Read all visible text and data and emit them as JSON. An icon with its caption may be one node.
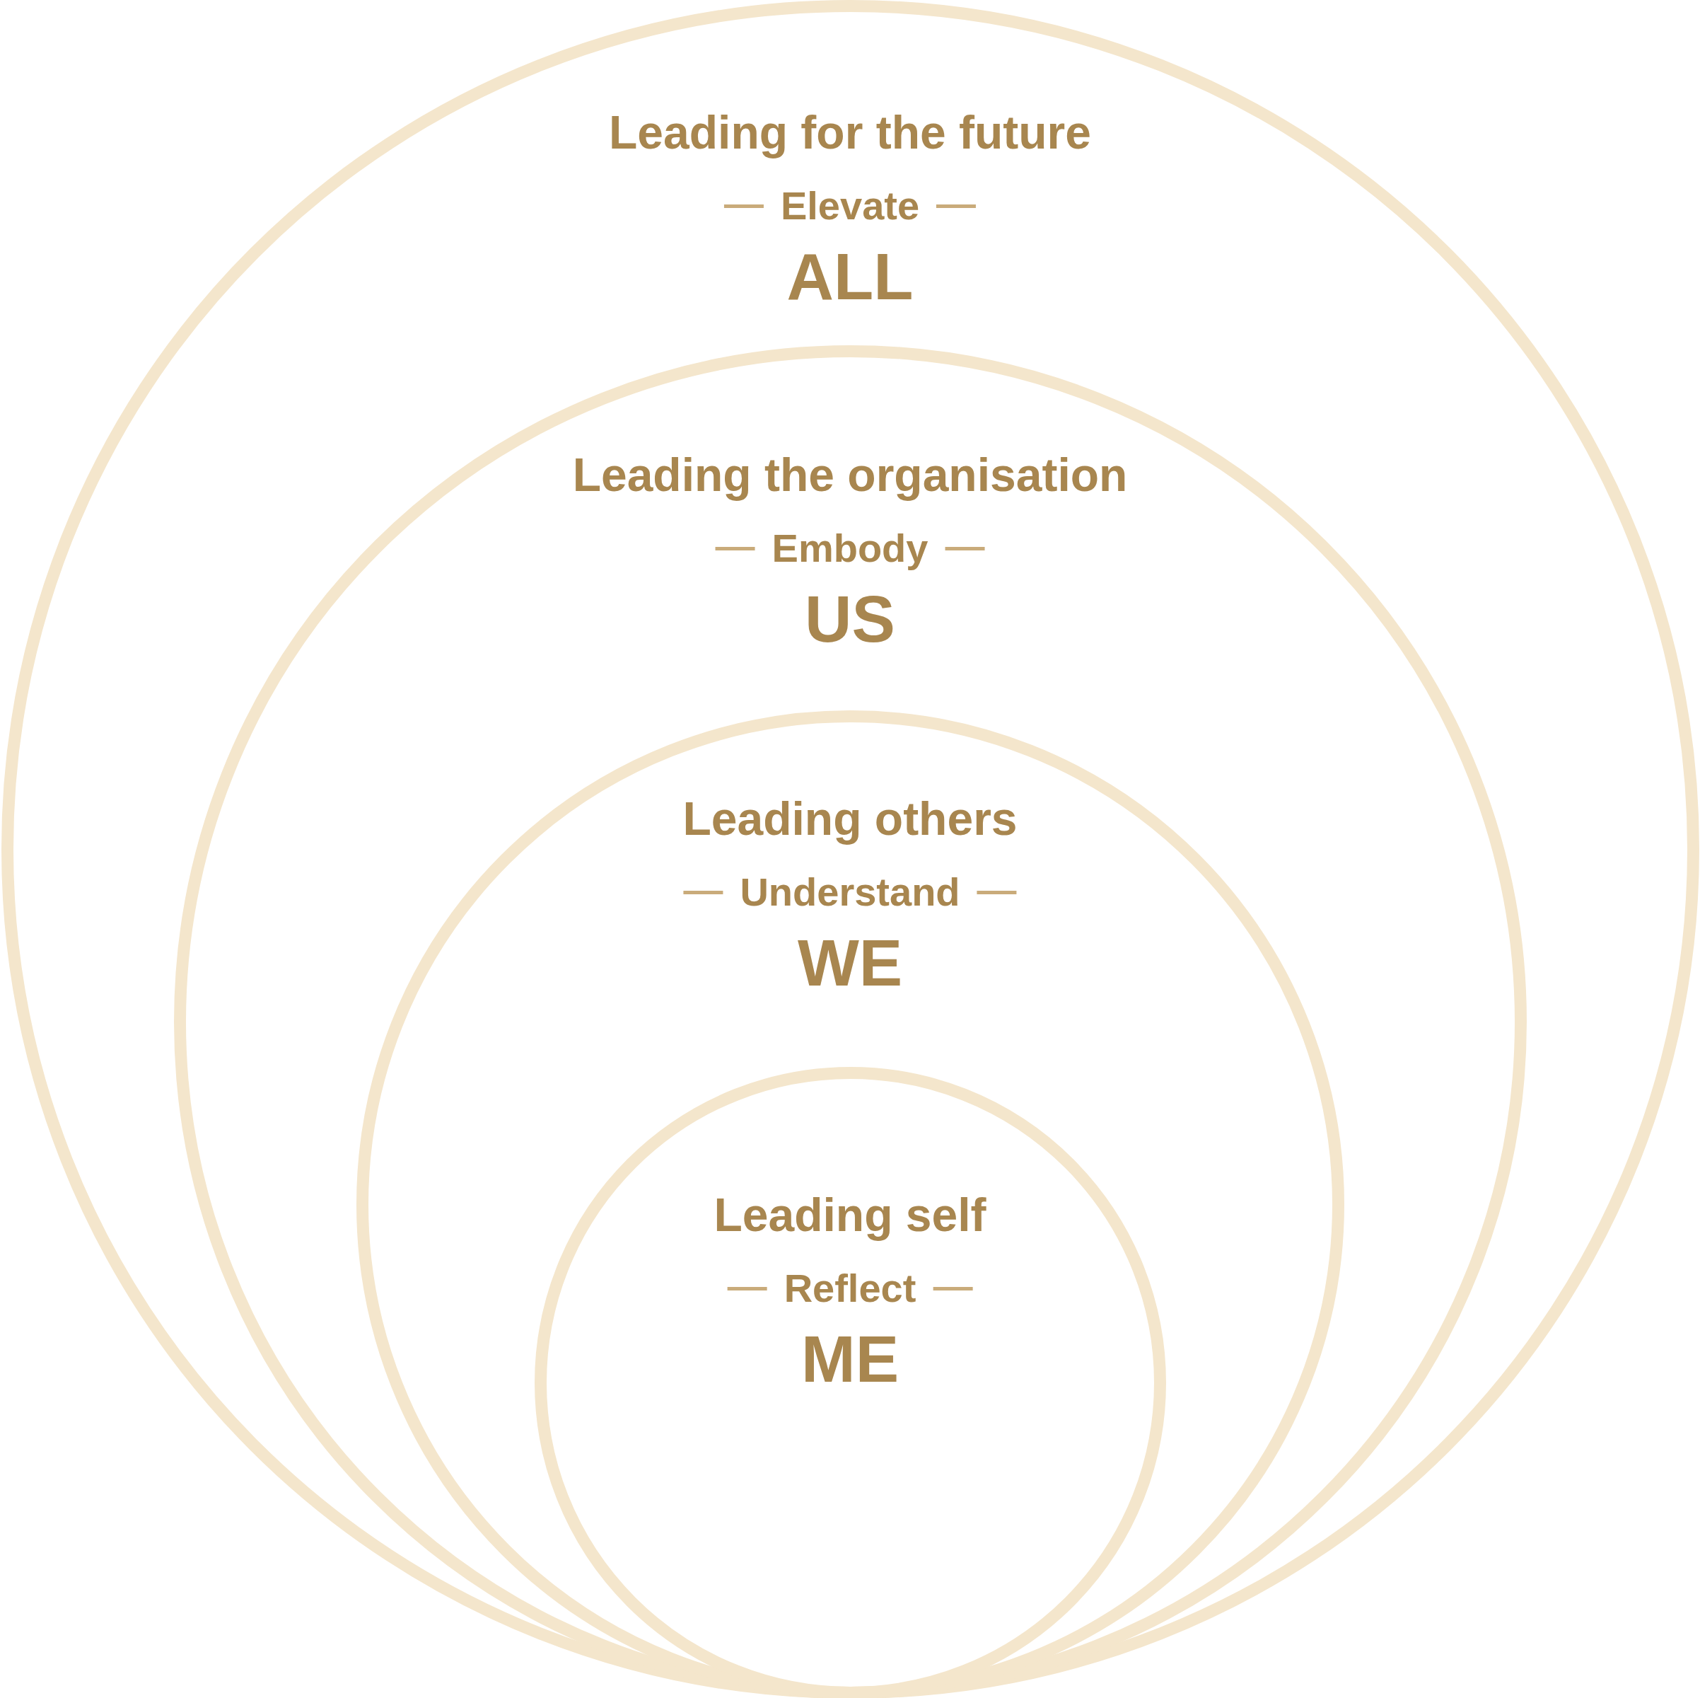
{
  "diagram": {
    "nodes": [
      {
        "text": [
          "Leading for the future",
          "Elevate",
          "ALL"
        ]
      },
      {
        "text": [
          "Leading the organisation",
          "Embody",
          "US"
        ],
        "in": 0
      },
      {
        "text": [
          "Leading others",
          "Understand",
          "WE"
        ],
        "in": 1
      },
      {
        "text": [
          "Leading self",
          "Reflect",
          "ME"
        ],
        "in": 2
      }
    ]
  }
}
